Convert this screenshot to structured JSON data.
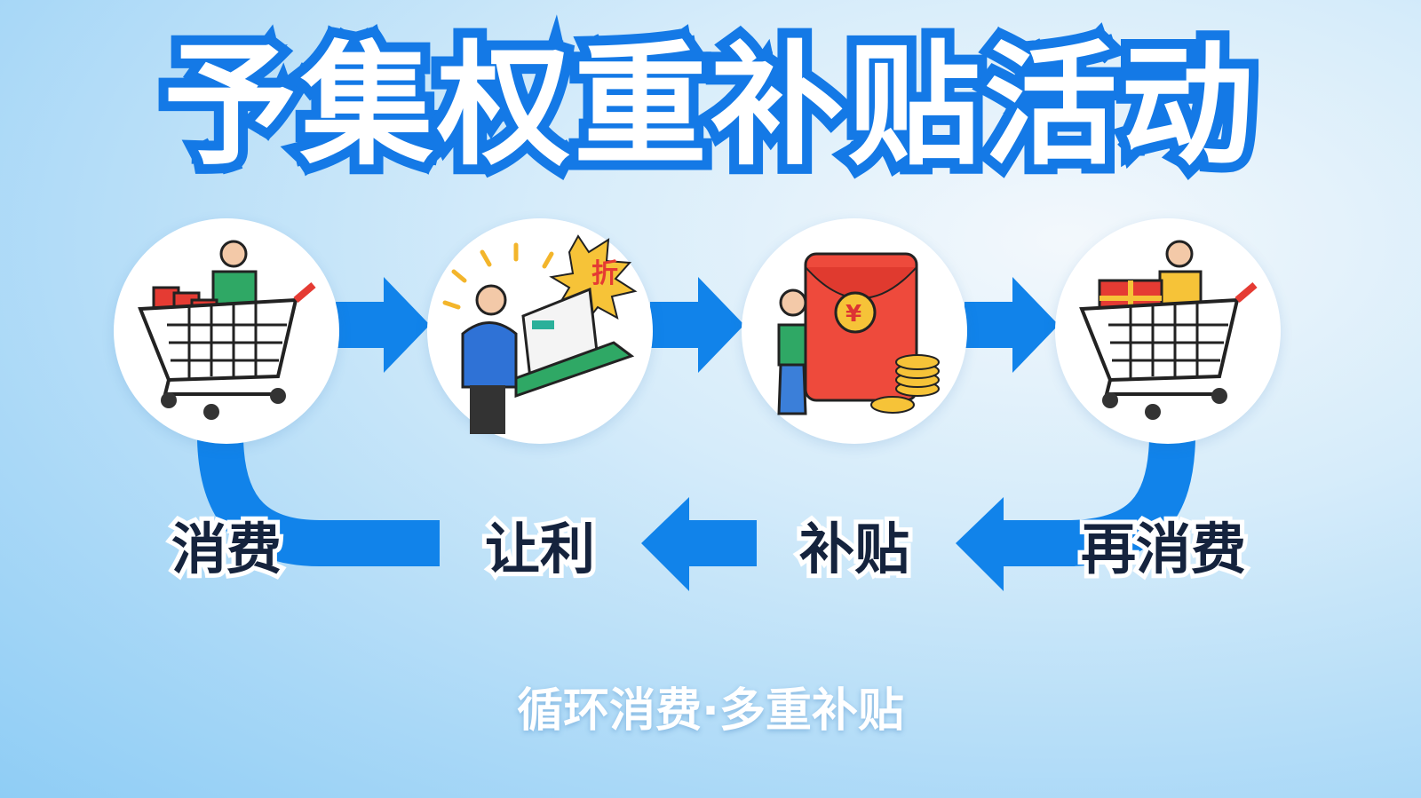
{
  "title": "予集权重补贴活动",
  "steps": [
    {
      "label": "消费",
      "icon": "shopping-cart-icon"
    },
    {
      "label": "让利",
      "icon": "discount-laptop-icon",
      "badge": "折"
    },
    {
      "label": "补贴",
      "icon": "red-envelope-icon",
      "currency": "¥"
    },
    {
      "label": "再消费",
      "icon": "gift-cart-icon"
    }
  ],
  "footer": "循环消费·多重补贴",
  "colors": {
    "accent": "#1479e6",
    "text": "#15233d",
    "red": "#ee4a3c",
    "gold": "#f6c338"
  }
}
